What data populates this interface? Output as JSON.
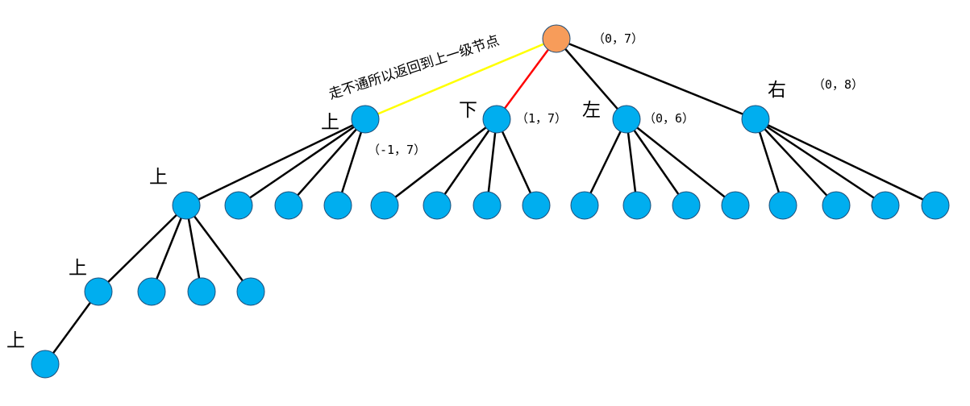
{
  "colors": {
    "root_fill": "#F79C5A",
    "node_fill": "#00AEEF",
    "node_stroke": "#1F4E79",
    "edge": "#000000",
    "backtrack_edge": "#FFFF00",
    "chosen_edge": "#FF0000"
  },
  "root": {
    "coord": "（0，7）"
  },
  "level1": {
    "up": {
      "dir": "上",
      "coord": "（-1，7）"
    },
    "down": {
      "dir": "下",
      "coord": "（1，7）"
    },
    "left": {
      "dir": "左",
      "coord": "（0，6）"
    },
    "right": {
      "dir": "右",
      "coord": "（0，8）"
    }
  },
  "backtrack_note": "走不通所以返回到上一级节点",
  "deep_labels": {
    "level2": "上",
    "level3": "上",
    "level4": "上"
  }
}
